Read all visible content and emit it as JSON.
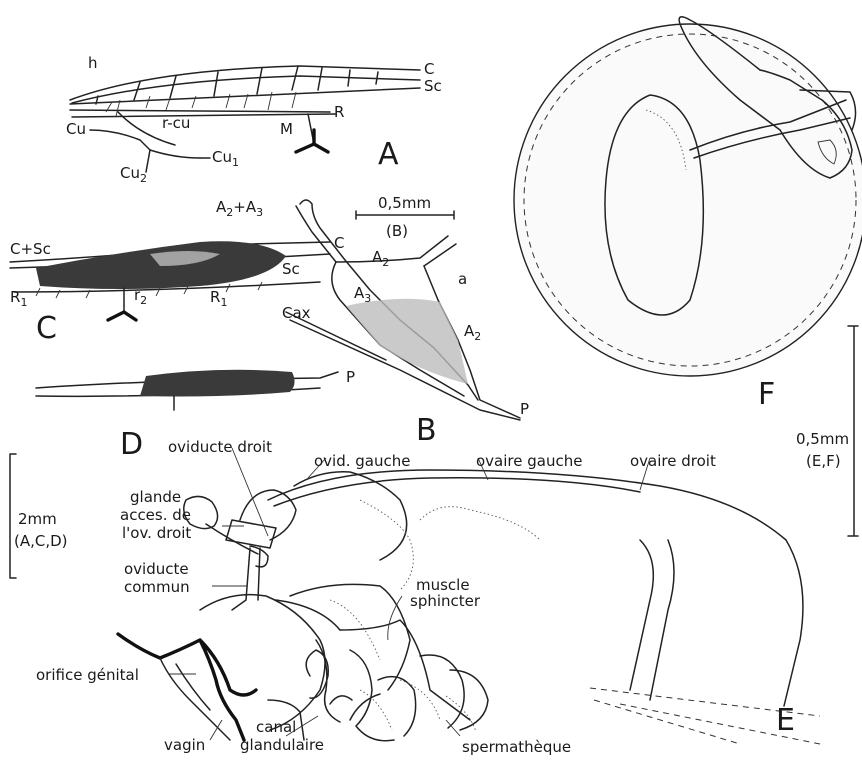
{
  "figures": {
    "A": {
      "letter": "A",
      "labels": {
        "h": "h",
        "C": "C",
        "Sc": "Sc",
        "R": "R",
        "r_cu": "r-cu",
        "Cu": "Cu",
        "M": "M",
        "Cu1": "Cu",
        "Cu1_sub": "1",
        "Cu2": "Cu",
        "Cu2_sub": "2"
      }
    },
    "B": {
      "letter": "B",
      "labels": {
        "A2A3_a": "A",
        "A2A3_a_sub": "2",
        "A2A3_plus": "+A",
        "A2A3_b_sub": "3",
        "A2_top": "A",
        "A2_top_sub": "2",
        "a": "a",
        "A3": "A",
        "A3_sub": "3",
        "A2_right": "A",
        "A2_right_sub": "2",
        "Cax": "Cax",
        "P_left": "P",
        "P_right": "P"
      }
    },
    "C": {
      "letter": "C",
      "labels": {
        "CSc": "C+Sc",
        "C": "C",
        "Sc": "Sc",
        "R1_left": "R",
        "R1_left_sub": "1",
        "r2": "r",
        "r2_sub": "2",
        "R1_right": "R",
        "R1_right_sub": "1"
      }
    },
    "D": {
      "letter": "D"
    },
    "E": {
      "letter": "E",
      "labels": {
        "oviducte_droit": "oviducte droit",
        "ovid_gauche": "ovid. gauche",
        "ovaire_gauche": "ovaire gauche",
        "ovaire_droit": "ovaire droit",
        "glande_1": "glande",
        "glande_2": "acces. de",
        "glande_3": "l'ov. droit",
        "oviducte_commun_1": "oviducte",
        "oviducte_commun_2": "commun",
        "muscle_1": "muscle",
        "muscle_2": "sphincter",
        "orifice": "orifice génital",
        "vagin": "vagin",
        "canal_1": "canal",
        "canal_2": "glandulaire",
        "spermatheque": "spermathèque"
      }
    },
    "F": {
      "letter": "F"
    }
  },
  "scales": {
    "B": {
      "value": "0,5mm",
      "ref": "(B)"
    },
    "ACD": {
      "value": "2mm",
      "ref": "(A,C,D)"
    },
    "EF": {
      "value": "0,5mm",
      "ref": "(E,F)"
    }
  }
}
